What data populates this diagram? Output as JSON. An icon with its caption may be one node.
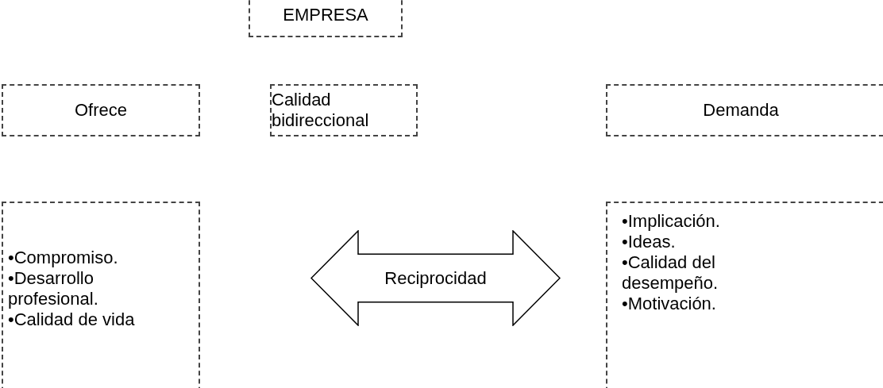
{
  "diagram": {
    "nodes": [
      {
        "text": [
          "EMPRESA"
        ]
      },
      {
        "text": [
          "Ofrece"
        ]
      },
      {
        "text": [
          "Calidad bidireccional"
        ]
      },
      {
        "text": [
          "Demanda"
        ]
      },
      {
        "text": [
          "•Compromiso.",
          "•Desarrollo profesional.",
          "•Calidad de vida"
        ]
      },
      {
        "text": [
          "•Implicación.",
          "•Ideas.",
          "•Calidad del desempeño.",
          "•Motivación."
        ]
      },
      {
        "text": [
          "Reciprocidad"
        ]
      }
    ]
  }
}
